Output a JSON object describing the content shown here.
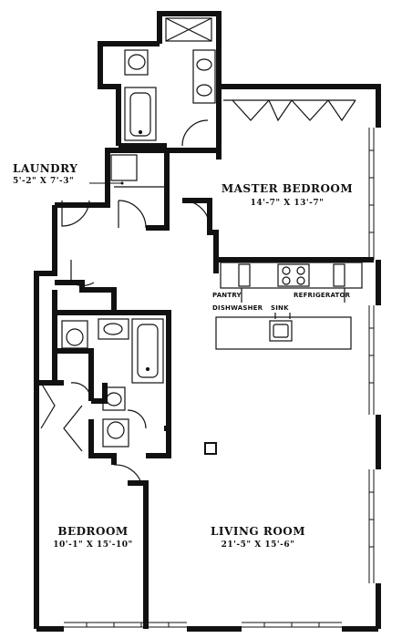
{
  "rooms": {
    "laundry": {
      "name": "LAUNDRY",
      "size": "5'-2\" X 7'-3\""
    },
    "master_bedroom": {
      "name": "MASTER BEDROOM",
      "size": "14'-7\" X 13'-7\""
    },
    "bedroom": {
      "name": "BEDROOM",
      "size": "10'-1\" X 15'-10\""
    },
    "living_room": {
      "name": "LIVING ROOM",
      "size": "21'-5\" X 15'-6\""
    }
  },
  "kitchen": {
    "pantry": "PANTRY",
    "refrigerator": "REFRIGERATOR",
    "dishwasher": "DISHWASHER",
    "sink": "SINK"
  },
  "colors": {
    "wall": "#111111",
    "background": "#ffffff"
  }
}
